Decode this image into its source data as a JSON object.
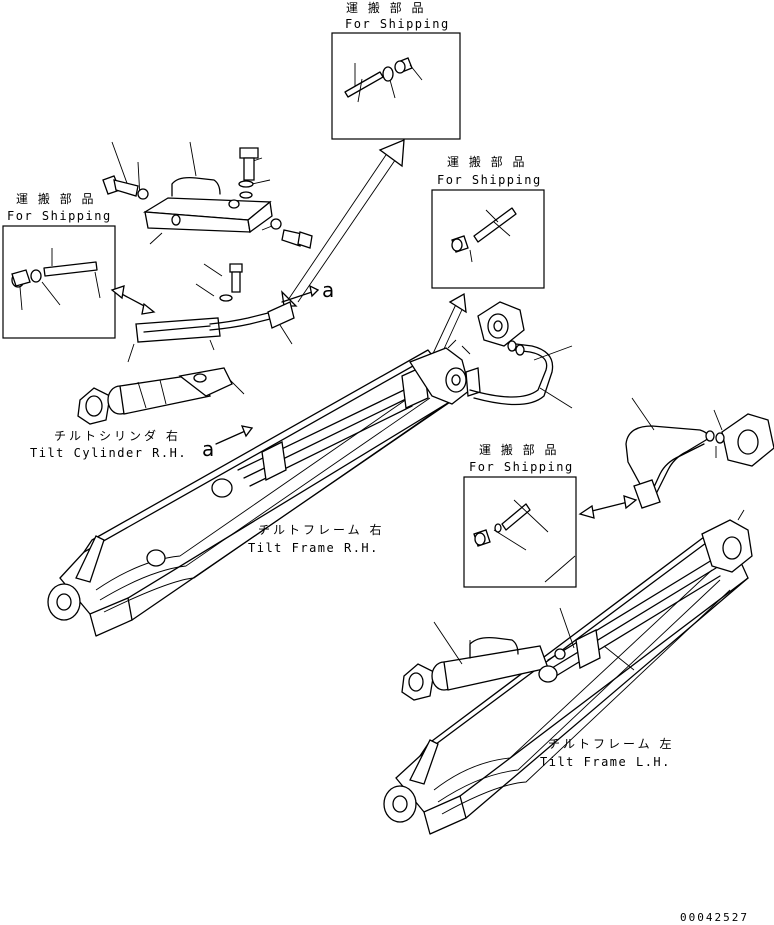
{
  "shipping_boxes": [
    {
      "jp": "運 搬 部 品",
      "en": "For Shipping"
    },
    {
      "jp": "運 搬 部 品",
      "en": "For Shipping"
    },
    {
      "jp": "運 搬 部 品",
      "en": "For Shipping"
    },
    {
      "jp": "運 搬 部 品",
      "en": "For Shipping"
    }
  ],
  "labels": {
    "tilt_cylinder_rh_jp": "チルトシリンダ 右",
    "tilt_cylinder_rh_en": "Tilt Cylinder R.H.",
    "tilt_frame_rh_jp": "チルトフレーム 右",
    "tilt_frame_rh_en": "Tilt Frame R.H.",
    "tilt_frame_lh_jp": "チルトフレーム 左",
    "tilt_frame_lh_en": "Tilt Frame L.H."
  },
  "markers": {
    "a_top": "a",
    "a_left": "a"
  },
  "drawing_number": "00042527"
}
